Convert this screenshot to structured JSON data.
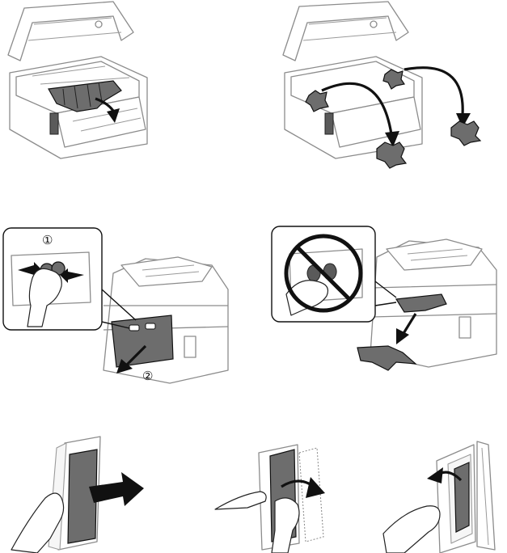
{
  "steps": {
    "circled_one": "①",
    "circled_two": "②"
  },
  "panels": [
    {
      "id": "remove-jammed-paper-scanner-open",
      "icon": "printer-open-scanner"
    },
    {
      "id": "remove-torn-pieces",
      "icon": "printer-open-scanner"
    },
    {
      "id": "open-rear-cover",
      "icon": "printer-rear"
    },
    {
      "id": "do-not-touch-rollers",
      "icon": "prohibited-sign"
    },
    {
      "id": "remove-paper-from-rear-unit",
      "icon": "rear-unit"
    },
    {
      "id": "pull-paper-from-cover",
      "icon": "rear-unit"
    },
    {
      "id": "open-duplex-unit",
      "icon": "rear-unit"
    }
  ],
  "colors": {
    "outline": "#8c8c8c",
    "paper": "#5a5a5a",
    "arrow": "#111111"
  }
}
